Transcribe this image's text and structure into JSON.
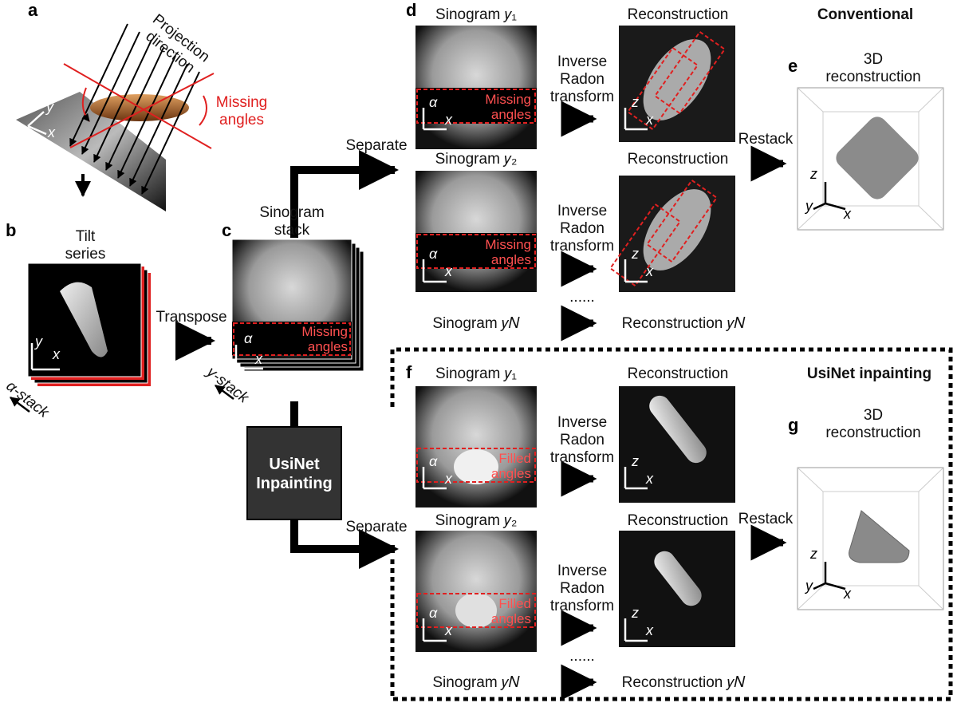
{
  "panels": {
    "a": "a",
    "b": "b",
    "c": "c",
    "d": "d",
    "e": "e",
    "f": "f",
    "g": "g"
  },
  "panel_a": {
    "projection": "Projection\ndirection",
    "missing": "Missing\nangles",
    "axis_y": "y",
    "axis_x": "x"
  },
  "panel_b": {
    "title": "Tilt\nseries",
    "stack_label": "α-stack",
    "axis_y": "y",
    "axis_x": "x"
  },
  "transpose": "Transpose",
  "panel_c": {
    "title": "Sinogram\nstack",
    "stack_label": "y-stack",
    "missing": "Missing\nangles",
    "axis_alpha": "α",
    "axis_x": "x"
  },
  "separate": "Separate",
  "usinet_box": "UsiNet\nInpainting",
  "conventional": "Conventional",
  "usinet_title": "UsiNet inpainting",
  "restack": "Restack",
  "recon3d": "3D\nreconstruction",
  "sinogram_1": "Sinogram 𝑦₁",
  "sinogram_2": "Sinogram 𝑦₂",
  "sinogram_n": "Sinogram 𝑦𝑁",
  "reconstruction": "Reconstruction",
  "reconstruction_n": "Reconstruction 𝑦𝑁",
  "inverse": "Inverse\nRadon\ntransform",
  "missing_angles": "Missing\nangles",
  "filled_angles": "Filled\nangles",
  "dots": "......",
  "axes": {
    "alpha": "α",
    "x": "x",
    "z": "z",
    "y": "y"
  }
}
